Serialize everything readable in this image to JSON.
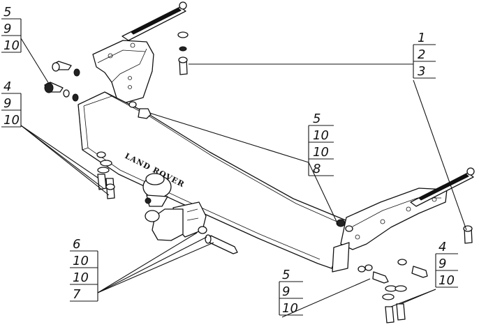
{
  "diagram": {
    "brand_mark": "LAND ROVER",
    "callouts": [
      {
        "id": "c1",
        "labels": [
          "5",
          "9",
          "10"
        ]
      },
      {
        "id": "c2",
        "labels": [
          "4",
          "9",
          "10"
        ]
      },
      {
        "id": "c3",
        "labels": [
          "1",
          "2",
          "3"
        ]
      },
      {
        "id": "c4",
        "labels": [
          "5",
          "10",
          "10",
          "8"
        ]
      },
      {
        "id": "c5",
        "labels": [
          "6",
          "10",
          "10",
          "7"
        ]
      },
      {
        "id": "c6",
        "labels": [
          "5",
          "9",
          "10"
        ]
      },
      {
        "id": "c7",
        "labels": [
          "4",
          "9",
          "10"
        ]
      }
    ]
  }
}
